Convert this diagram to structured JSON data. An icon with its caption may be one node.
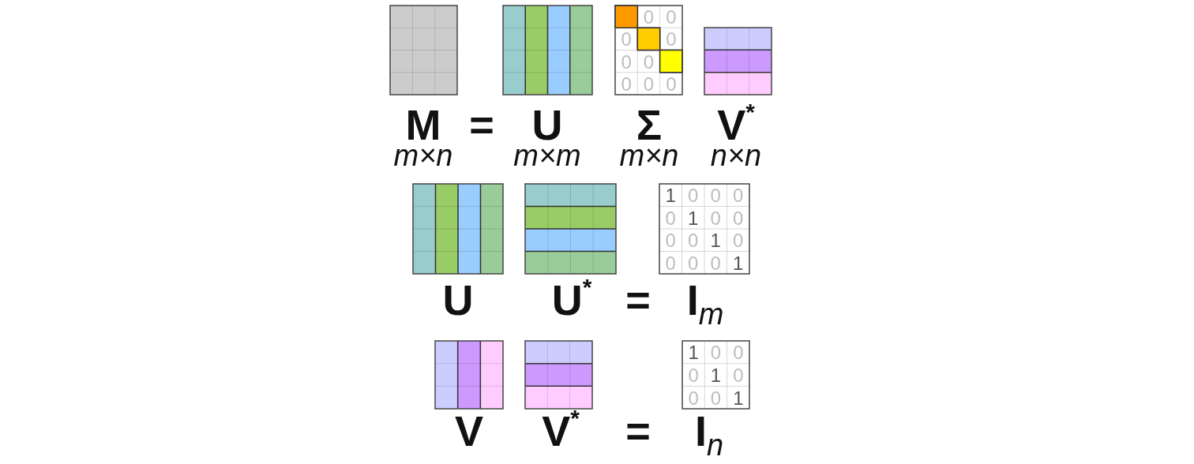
{
  "diagram": {
    "labels": [
      "0",
      "0",
      "0",
      "0",
      "0",
      "0",
      "0",
      "0",
      "0",
      "M",
      "=",
      "U",
      "Σ",
      "V$^{*}$",
      "m×n",
      "m×m",
      "m×n",
      "n×n",
      "1",
      "0",
      "0",
      "0",
      "0",
      "1",
      "0",
      "0",
      "0",
      "0",
      "1",
      "0",
      "0",
      "0",
      "0",
      "1",
      "U",
      "U$^{*}$",
      "=",
      "I$_{m}$",
      "1",
      "0",
      "0",
      "0",
      "1",
      "0",
      "0",
      "0",
      "1",
      "V",
      "V$^{*}$",
      "=",
      "I$_{n}$"
    ]
  }
}
